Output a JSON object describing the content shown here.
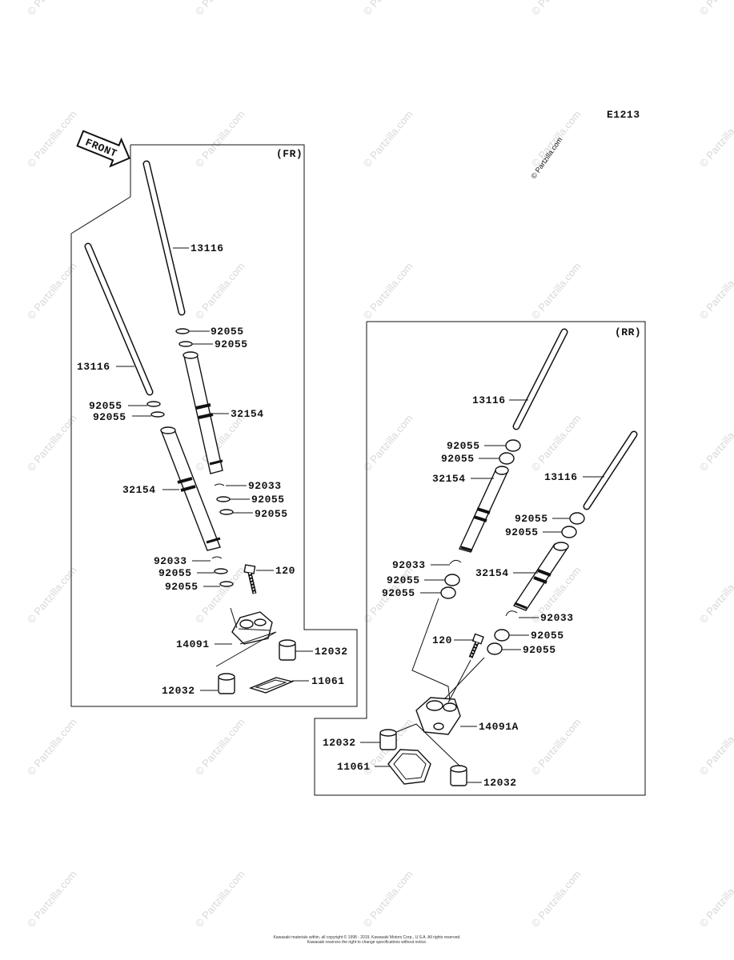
{
  "watermark": "© Partzilla.com",
  "copyright_mark": "© Partzilla.com",
  "diagram_code": "E1213",
  "front_arrow": {
    "label": "FRONT"
  },
  "front_section": {
    "tag": "(FR)",
    "labels": {
      "rod_upper": "13116",
      "rod_left": "13116",
      "oring_a1": "92055",
      "oring_a2": "92055",
      "oring_b1": "92055",
      "oring_b2": "92055",
      "tube_right": "32154",
      "tube_left": "32154",
      "clip_upper": "92033",
      "oring_c1": "92055",
      "oring_c2": "92055",
      "clip_lower": "92033",
      "oring_d1": "92055",
      "oring_d2": "92055",
      "bolt": "120",
      "holder": "14091",
      "dowel_right": "12032",
      "dowel_left": "12032",
      "gasket": "11061"
    }
  },
  "rear_section": {
    "tag": "(RR)",
    "labels": {
      "rod_upper": "13116",
      "rod_right": "13116",
      "oring_a1": "92055",
      "oring_a2": "92055",
      "tube_left": "32154",
      "oring_b1": "92055",
      "oring_b2": "92055",
      "tube_right": "32154",
      "clip_left": "92033",
      "oring_c1": "92055",
      "oring_c2": "92055",
      "clip_right": "92033",
      "bolt": "120",
      "oring_d1": "92055",
      "oring_d2": "92055",
      "holder": "14091A",
      "dowel_left": "12032",
      "gasket": "11061",
      "dowel_right": "12032"
    }
  },
  "footer": {
    "line1": "Kawasaki materials within, all copyright © 1998 - 2019, Kawasaki Motors Corp., U.S.A. All rights reserved.",
    "line2": "Kawasaki reserves the right to change specifications without notice."
  }
}
